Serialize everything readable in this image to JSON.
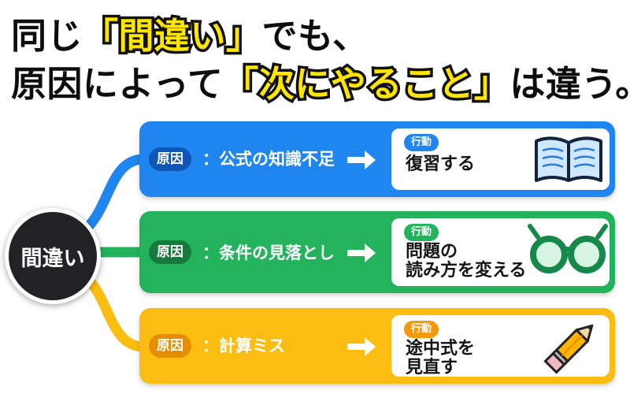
{
  "headline": {
    "line1": {
      "before": "同じ",
      "highlight": "「間違い」",
      "after": "でも、"
    },
    "line2": {
      "before": "原因によって",
      "highlight": "「次にやること」",
      "after": "は違う。"
    }
  },
  "hub": {
    "label": "間違い"
  },
  "rows": [
    {
      "cause_tag": "原因",
      "cause": "：公式の知識不足",
      "action_tag": "行動",
      "action_lines": [
        "復習する"
      ],
      "icon": "open-book-icon",
      "color": "#1f86f0"
    },
    {
      "cause_tag": "原因",
      "cause": "：条件の見落とし",
      "action_tag": "行動",
      "action_lines": [
        "問題の",
        "読み方を変える"
      ],
      "icon": "glasses-icon",
      "color": "#22b35c"
    },
    {
      "cause_tag": "原因",
      "cause": "：計算ミス",
      "action_tag": "行動",
      "action_lines": [
        "途中式を",
        "見直す"
      ],
      "icon": "pencil-icon",
      "color": "#fbbd12"
    }
  ],
  "colors": {
    "highlight": "#ffe600",
    "hub": "#202226"
  }
}
